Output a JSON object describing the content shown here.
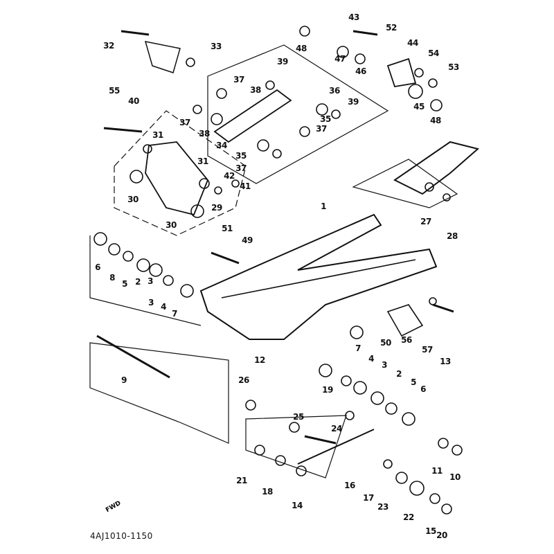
{
  "diagram": {
    "part_code": "4AJ1010-1150",
    "direction_marker": "FWD",
    "colors": {
      "ink": "#111111",
      "background": "#ffffff"
    },
    "labels": [
      "32",
      "33",
      "43",
      "52",
      "48",
      "47",
      "46",
      "44",
      "54",
      "53",
      "39",
      "37",
      "38",
      "36",
      "39",
      "45",
      "48",
      "55",
      "40",
      "37",
      "38",
      "35",
      "37",
      "31",
      "34",
      "35",
      "37",
      "31",
      "42",
      "41",
      "30",
      "29",
      "30",
      "1",
      "27",
      "28",
      "51",
      "49",
      "6",
      "8",
      "5",
      "2",
      "3",
      "3",
      "4",
      "7",
      "50",
      "56",
      "57",
      "13",
      "12",
      "7",
      "9",
      "4",
      "3",
      "2",
      "5",
      "6",
      "26",
      "19",
      "25",
      "24",
      "21",
      "18",
      "14",
      "16",
      "17",
      "23",
      "22",
      "15",
      "20",
      "11",
      "10"
    ]
  }
}
